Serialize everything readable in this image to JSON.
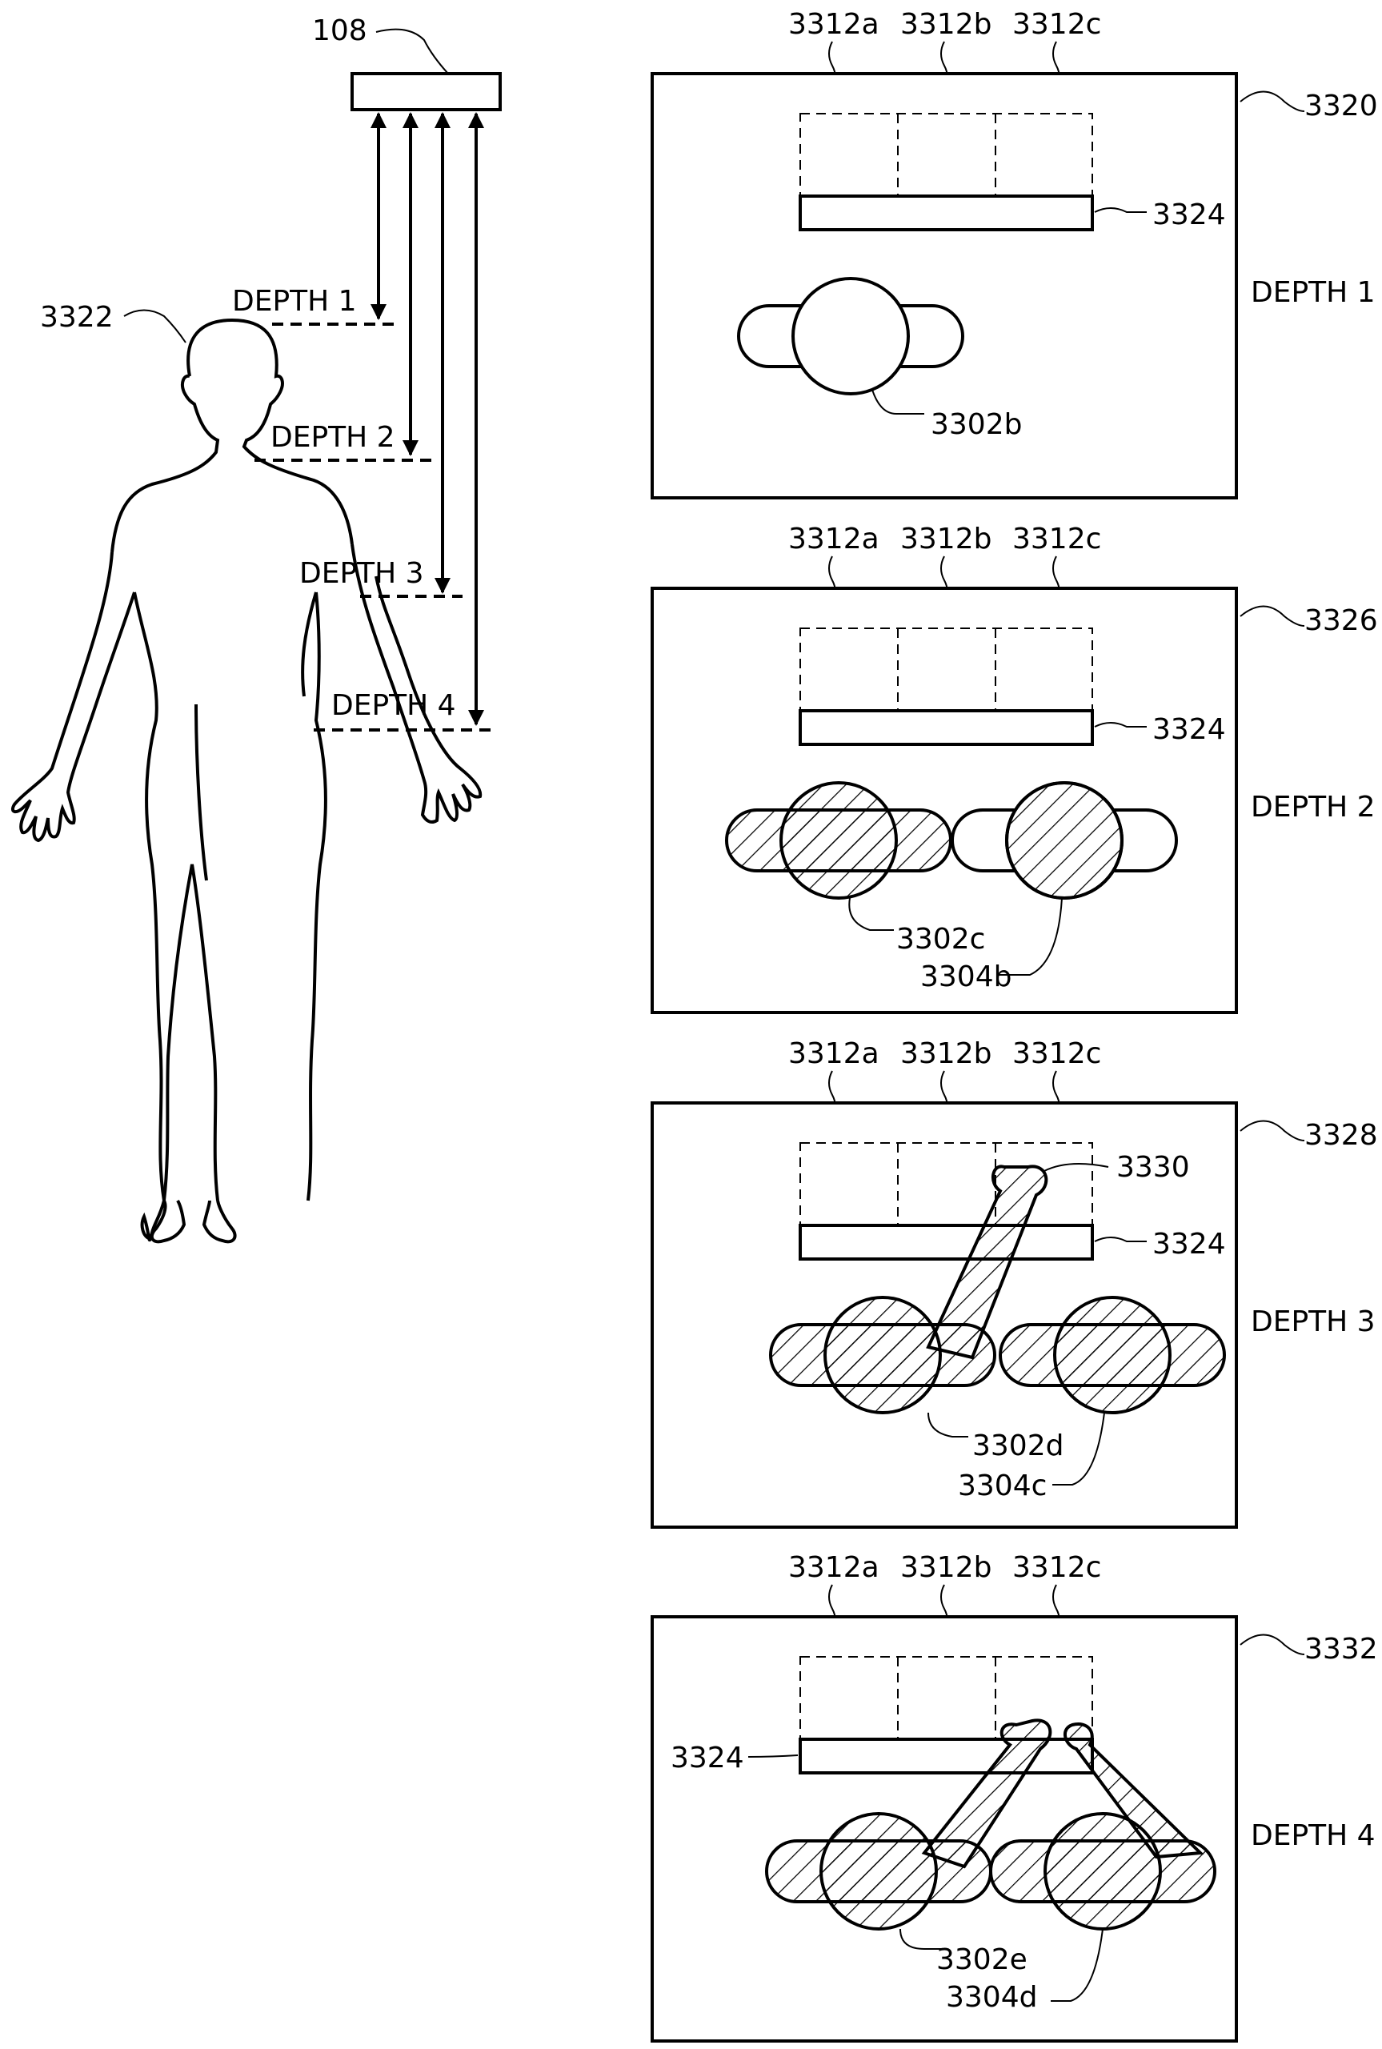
{
  "labels": {
    "device": "108",
    "subject": "3322",
    "depth1": "DEPTH 1",
    "depth2": "DEPTH 2",
    "depth3": "DEPTH 3",
    "depth4": "DEPTH 4"
  },
  "panels": [
    {
      "id": "3320",
      "depth": "DEPTH 1",
      "columns": [
        "3312a",
        "3312b",
        "3312c"
      ],
      "bar": "3324",
      "objects": [
        "3302b"
      ]
    },
    {
      "id": "3326",
      "depth": "DEPTH 2",
      "columns": [
        "3312a",
        "3312b",
        "3312c"
      ],
      "bar": "3324",
      "objects": [
        "3302c",
        "3304b"
      ]
    },
    {
      "id": "3328",
      "depth": "DEPTH 3",
      "columns": [
        "3312a",
        "3312b",
        "3312c"
      ],
      "bar": "3324",
      "objects": [
        "3302d",
        "3304c"
      ],
      "shadow": "3330"
    },
    {
      "id": "3332",
      "depth": "DEPTH 4",
      "columns": [
        "3312a",
        "3312b",
        "3312c"
      ],
      "bar": "3324",
      "objects": [
        "3302e",
        "3304d"
      ]
    }
  ]
}
